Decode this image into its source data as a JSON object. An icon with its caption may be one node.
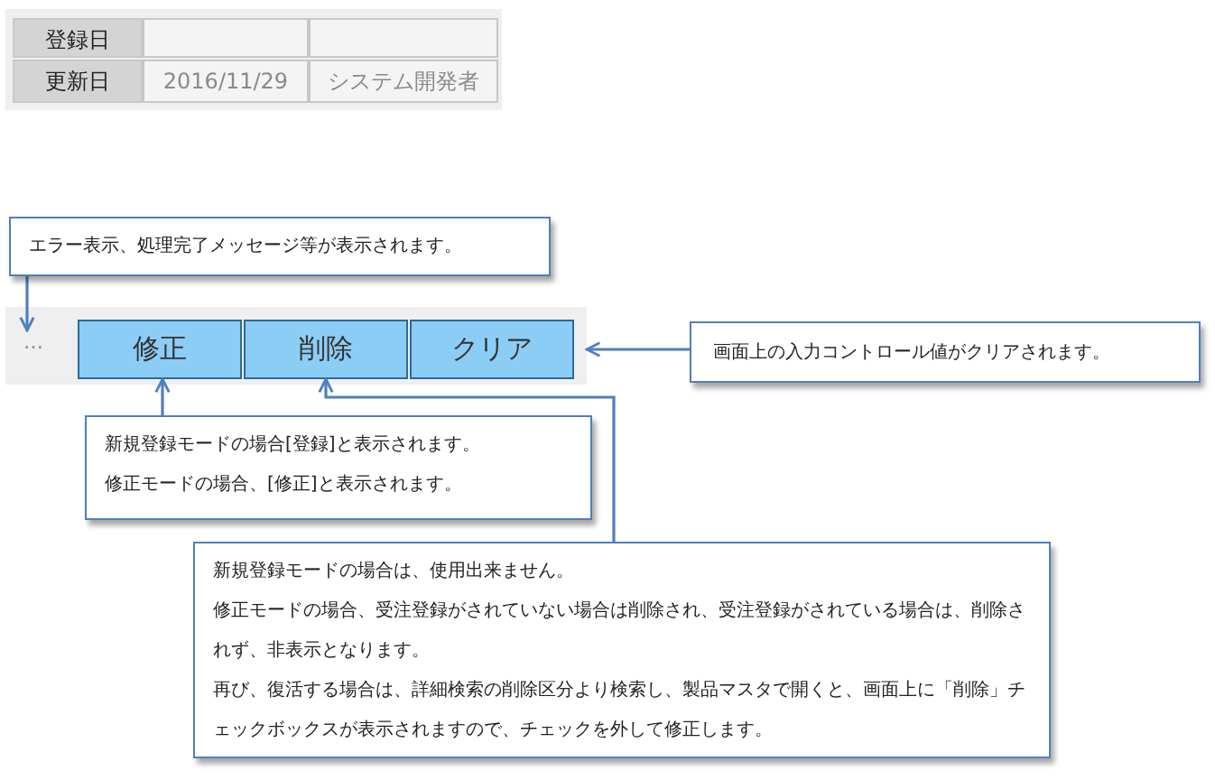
{
  "diagram": {
    "nodes": [
      {
        "text": [
          "エラー表示、処理完了メッセージ等が表示されます。"
        ]
      },
      {
        "text": [
          "…"
        ]
      },
      {
        "text": [
          "修正"
        ],
        "in": 1
      },
      {
        "text": [
          "削除"
        ],
        "in": 1
      },
      {
        "text": [
          "クリア"
        ],
        "in": 1
      },
      {
        "text": [
          "画面上の入力コントロール値がクリアされます。"
        ]
      },
      {
        "text": [
          "新規登録モードの場合[登録]と表示されます。",
          "修正モードの場合、[修正]と表示されます。"
        ]
      },
      {
        "text": [
          "新規登録モードの場合は、使用出来ません。",
          "修正モードの場合、受注登録がされていない場合は削除され、受注登録がされている場合は、削除されず、非表示となります。",
          "再び、復活する場合は、詳細検索の削除区分より検索し、製品マスタで開くと、画面上に「削除」チェックボックスが表示されますので、チェックを外して修正します。"
        ]
      }
    ],
    "edges": [
      {
        "from": 0,
        "to": 1,
        "arrow": "to"
      },
      {
        "from": 5,
        "to": 4,
        "arrow": "to"
      },
      {
        "from": 6,
        "to": 2,
        "arrow": "to"
      },
      {
        "from": 7,
        "to": 3,
        "arrow": "to"
      }
    ],
    "labels": [
      "登録日",
      "更新日",
      "2016/11/29",
      "システム開発者"
    ]
  }
}
